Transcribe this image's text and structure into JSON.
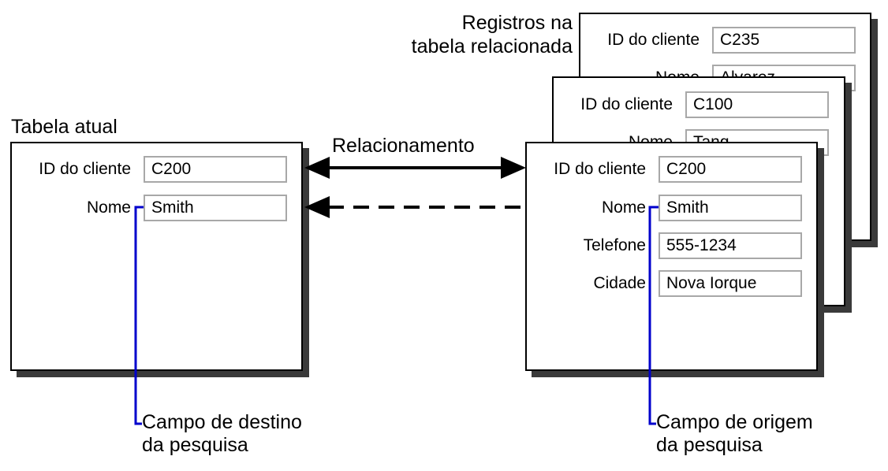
{
  "related_records_caption": [
    "Registros na",
    "tabela relacionada"
  ],
  "current_table_caption": "Tabela atual",
  "relationship_label": "Relacionamento",
  "current_table": {
    "fields": [
      {
        "label": "ID do cliente",
        "value": "C200"
      },
      {
        "label": "Nome",
        "value": "Smith"
      }
    ]
  },
  "related_records": [
    {
      "fields": [
        {
          "label": "ID do cliente",
          "value": "C235"
        },
        {
          "label": "Nome",
          "value": "Alvarez"
        }
      ]
    },
    {
      "fields": [
        {
          "label": "ID do cliente",
          "value": "C100"
        },
        {
          "label": "Nome",
          "value": "Tang"
        }
      ]
    },
    {
      "fields": [
        {
          "label": "ID do cliente",
          "value": "C200"
        },
        {
          "label": "Nome",
          "value": "Smith"
        },
        {
          "label": "Telefone",
          "value": "555-1234"
        },
        {
          "label": "Cidade",
          "value": "Nova Iorque"
        }
      ]
    }
  ],
  "target_callout": [
    "Campo de destino",
    "da pesquisa"
  ],
  "source_callout": [
    "Campo de origem",
    "da pesquisa"
  ],
  "colors": {
    "callout_line": "#0000cc",
    "shadow": "#3a3a3a",
    "field_border": "#a8a8a8"
  }
}
